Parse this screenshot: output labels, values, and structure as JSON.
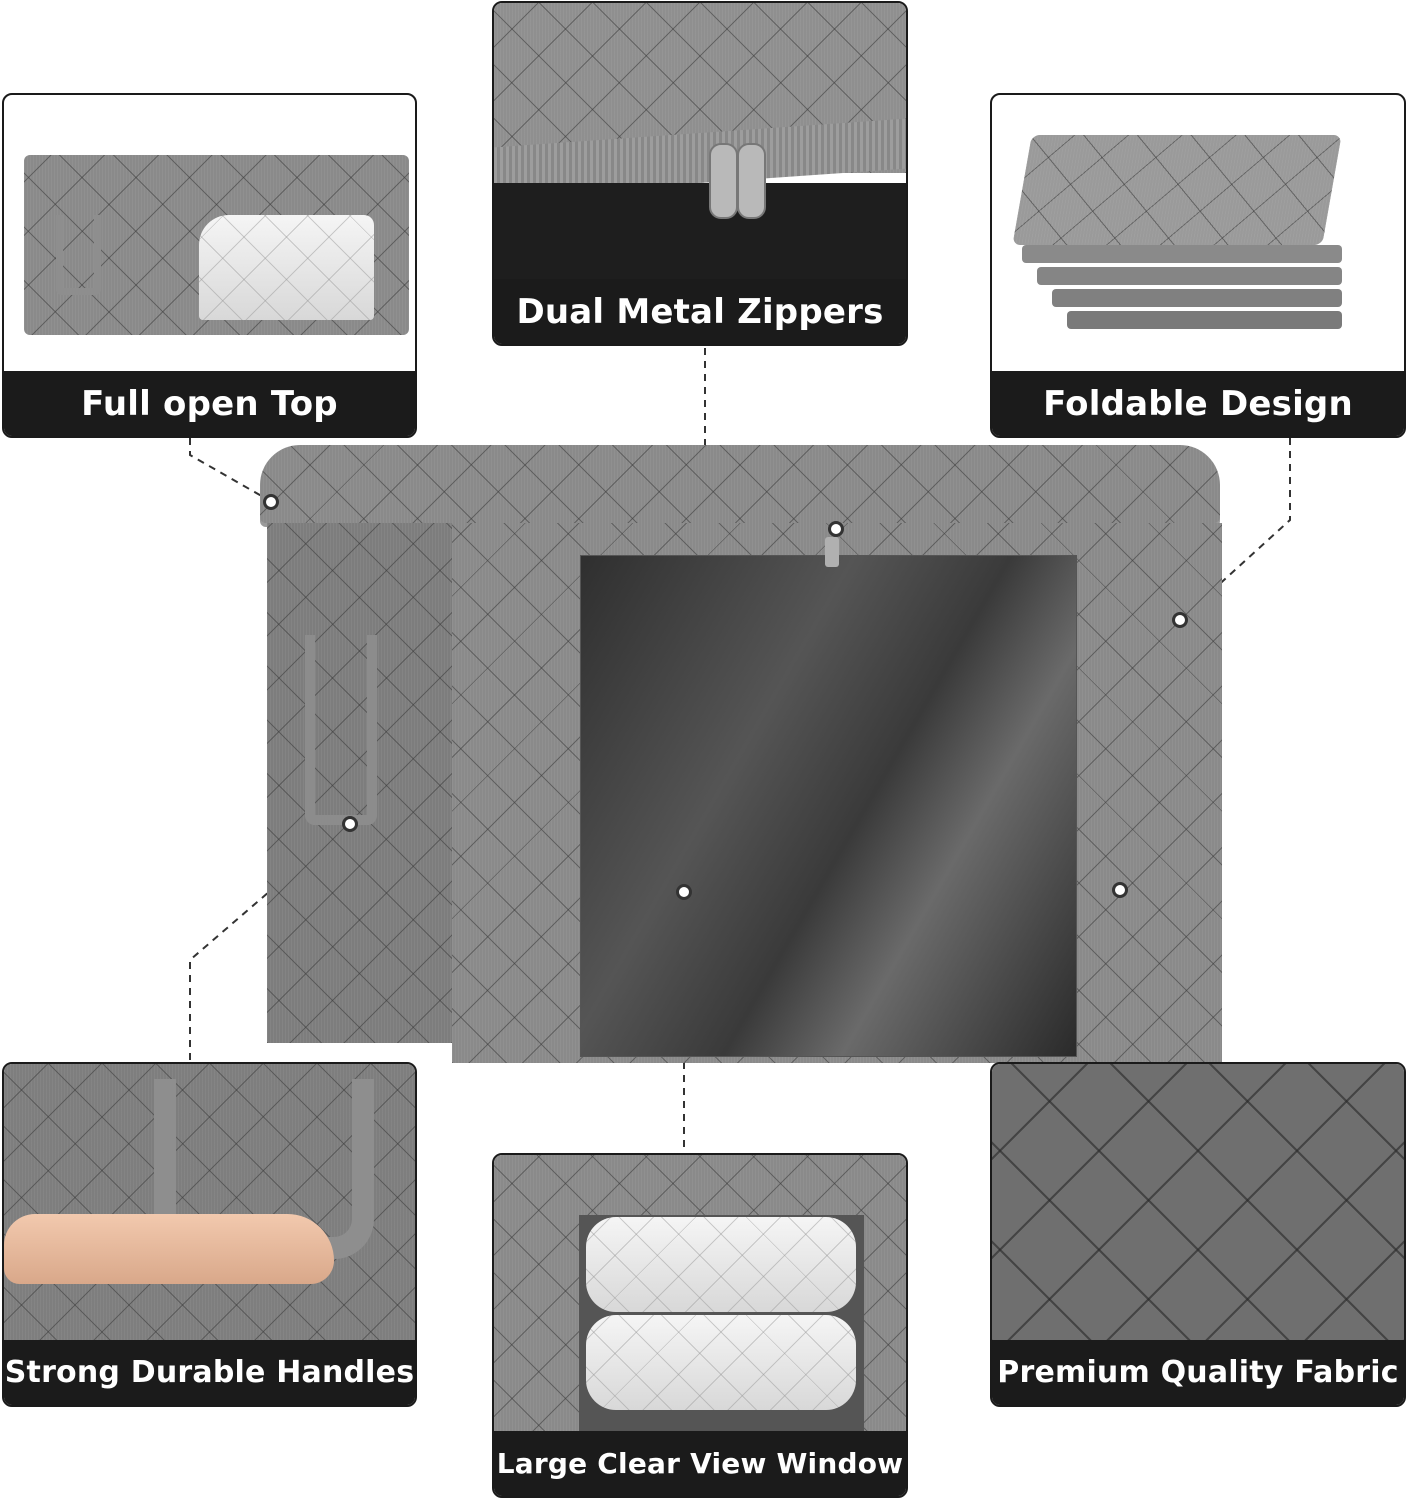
{
  "features": [
    {
      "id": "full-open-top",
      "label": "Full open Top"
    },
    {
      "id": "dual-metal-zippers",
      "label": "Dual Metal Zippers"
    },
    {
      "id": "foldable-design",
      "label": "Foldable Design"
    },
    {
      "id": "strong-durable-handles",
      "label": "Strong Durable Handles"
    },
    {
      "id": "large-clear-view-window",
      "label": "Large Clear View Window"
    },
    {
      "id": "premium-quality-fabric",
      "label": "Premium Quality Fabric"
    }
  ],
  "colors": {
    "caption_bg": "#1b1b1b",
    "caption_text": "#ffffff",
    "fabric": "#8a8a8a",
    "panel_border": "#1a1a1a"
  }
}
